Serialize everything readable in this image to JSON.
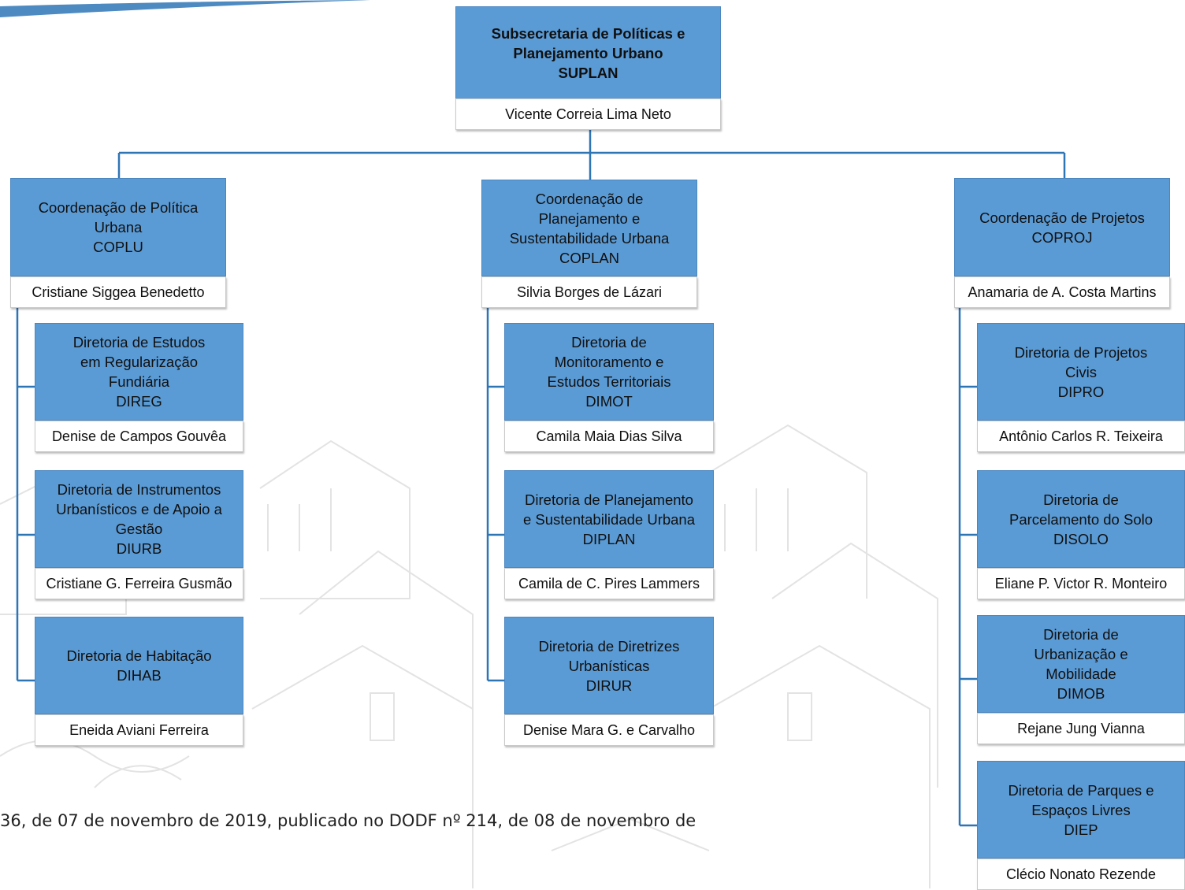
{
  "colors": {
    "box": "#5b9bd5",
    "line": "#2e75b6",
    "name_bg": "#ffffff"
  },
  "root": {
    "lines": [
      "Subsecretaria de Políticas e",
      "Planejamento Urbano",
      "SUPLAN"
    ],
    "person": "Vicente Correia Lima Neto"
  },
  "coordinations": [
    {
      "lines": [
        "Coordenação de Política",
        "Urbana",
        "COPLU"
      ],
      "person": "Cristiane Siggea Benedetto",
      "directorates": [
        {
          "lines": [
            "Diretoria de Estudos",
            "em Regularização",
            "Fundiária",
            "DIREG"
          ],
          "person": "Denise de Campos Gouvêa"
        },
        {
          "lines": [
            "Diretoria de Instrumentos",
            "Urbanísticos e de Apoio a",
            "Gestão",
            "DIURB"
          ],
          "person": "Cristiane G. Ferreira Gusmão"
        },
        {
          "lines": [
            "Diretoria de Habitação",
            "DIHAB"
          ],
          "person": "Eneida Aviani Ferreira"
        }
      ]
    },
    {
      "lines": [
        "Coordenação de",
        "Planejamento e",
        "Sustentabilidade Urbana",
        "COPLAN"
      ],
      "person": "Silvia Borges de Lázari",
      "directorates": [
        {
          "lines": [
            "Diretoria de",
            "Monitoramento e",
            "Estudos Territoriais",
            "DIMOT"
          ],
          "person": "Camila Maia Dias Silva"
        },
        {
          "lines": [
            "Diretoria de Planejamento",
            "e Sustentabilidade Urbana",
            "DIPLAN"
          ],
          "person": "Camila de C. Pires Lammers"
        },
        {
          "lines": [
            "Diretoria de Diretrizes",
            "Urbanísticas",
            "DIRUR"
          ],
          "person": "Denise Mara G. e Carvalho"
        }
      ]
    },
    {
      "lines": [
        "Coordenação de Projetos",
        "COPROJ"
      ],
      "person": "Anamaria de A. Costa Martins",
      "directorates": [
        {
          "lines": [
            "Diretoria de Projetos",
            "Civis",
            "DIPRO"
          ],
          "person": "Antônio Carlos R. Teixeira"
        },
        {
          "lines": [
            "Diretoria de",
            "Parcelamento do Solo",
            "DISOLO"
          ],
          "person": "Eliane P. Victor R. Monteiro"
        },
        {
          "lines": [
            "Diretoria de",
            "Urbanização e",
            "Mobilidade",
            "DIMOB"
          ],
          "person": "Rejane Jung Vianna"
        },
        {
          "lines": [
            "Diretoria de Parques e",
            "Espaços Livres",
            "DIEP"
          ],
          "person": "Clécio Nonato Rezende"
        }
      ]
    }
  ],
  "footnote": "36, de 07 de novembro de 2019, publicado no DODF nº 214, de 08 de novembro de"
}
